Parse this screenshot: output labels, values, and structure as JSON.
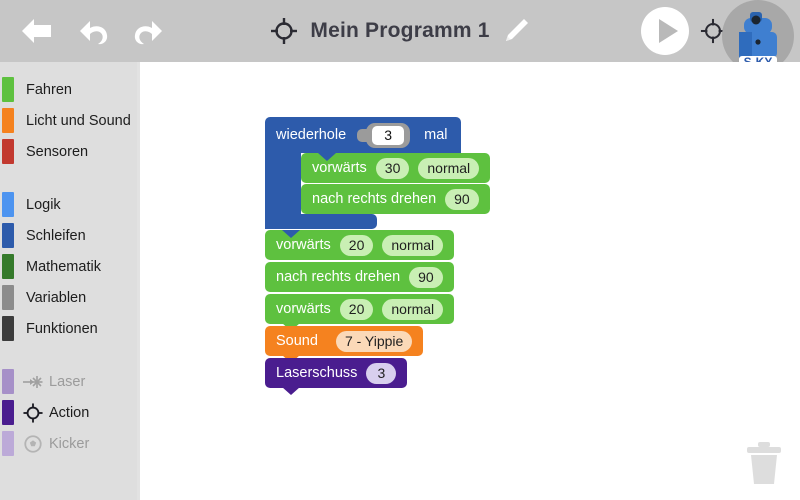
{
  "topbar": {
    "back_icon": "arrow-left-icon",
    "undo_icon": "undo-icon",
    "redo_icon": "redo-icon",
    "target_icon": "crosshair-icon",
    "title": "Mein Programm 1",
    "edit_icon": "pencil-icon",
    "play_icon": "play-icon",
    "aim_icon": "crosshair-icon",
    "robot_label": "S-KY",
    "bg_color": "#c6c6c6"
  },
  "sidebar": {
    "bg_color": "#dedede",
    "items": [
      {
        "label": "Fahren",
        "color": "#5ec13f",
        "disabled": false,
        "icon": null
      },
      {
        "label": "Licht und Sound",
        "color": "#f5821f",
        "disabled": false,
        "icon": null
      },
      {
        "label": "Sensoren",
        "color": "#c2392f",
        "disabled": false,
        "icon": null
      },
      {
        "label": "Logik",
        "color": "#4d94f0",
        "disabled": false,
        "icon": null
      },
      {
        "label": "Schleifen",
        "color": "#2d5bab",
        "disabled": false,
        "icon": null
      },
      {
        "label": "Mathematik",
        "color": "#357a2b",
        "disabled": false,
        "icon": null
      },
      {
        "label": "Variablen",
        "color": "#8c8c8c",
        "disabled": false,
        "icon": null
      },
      {
        "label": "Funktionen",
        "color": "#3c3c3c",
        "disabled": false,
        "icon": null
      },
      {
        "label": "Laser",
        "color": "#a690c8",
        "disabled": true,
        "icon": "laser-icon"
      },
      {
        "label": "Action",
        "color": "#4a1d8f",
        "disabled": false,
        "icon": "crosshair-icon"
      },
      {
        "label": "Kicker",
        "color": "#bcaad8",
        "disabled": true,
        "icon": "ball-icon"
      }
    ]
  },
  "canvas": {
    "bg_color": "#ffffff",
    "trash_icon": "trash-icon"
  },
  "program": {
    "loop": {
      "label": "wiederhole",
      "count": "3",
      "suffix": "mal",
      "color": "#2d5bab",
      "body": [
        {
          "label": "vorwärts",
          "color": "#5ec13f",
          "values": [
            "30",
            "normal"
          ]
        },
        {
          "label": "nach rechts drehen",
          "color": "#5ec13f",
          "values": [
            "90"
          ]
        }
      ]
    },
    "after": [
      {
        "label": "vorwärts",
        "color": "#5ec13f",
        "pill": "green-pill",
        "values": [
          "20",
          "normal"
        ]
      },
      {
        "label": "nach rechts drehen",
        "color": "#5ec13f",
        "pill": "green-pill",
        "values": [
          "90"
        ]
      },
      {
        "label": "vorwärts",
        "color": "#5ec13f",
        "pill": "green-pill",
        "values": [
          "20",
          "normal"
        ]
      },
      {
        "label": "Sound",
        "color": "#f5821f",
        "pill": "orange-pill",
        "values": [
          "7 -  Yippie"
        ]
      },
      {
        "label": "Laserschuss",
        "color": "#4a1d8f",
        "pill": "purple-pill",
        "values": [
          "3"
        ]
      }
    ]
  }
}
